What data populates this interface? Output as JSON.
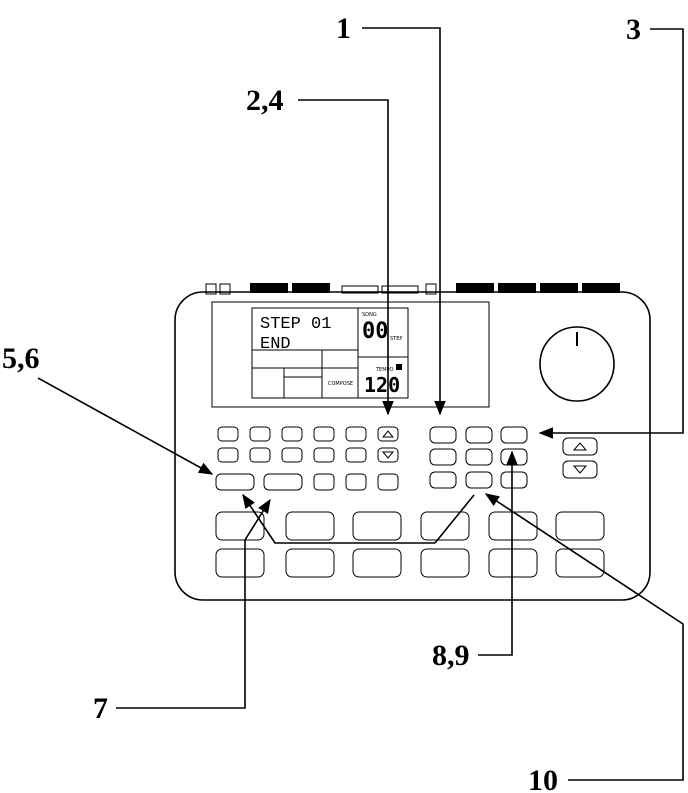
{
  "display": {
    "line1": "STEP 01",
    "line2": "END",
    "song_label": "SONG",
    "song_number": "00",
    "song_suffix": "STEP",
    "compose_label": "COMPOSE",
    "tempo_label": "TEMPO",
    "tempo_value": "120"
  },
  "callouts": {
    "c1": "1",
    "c2_4": "2,4",
    "c3": "3",
    "c5_6": "5,6",
    "c7": "7",
    "c8_9": "8,9",
    "c10": "10"
  }
}
